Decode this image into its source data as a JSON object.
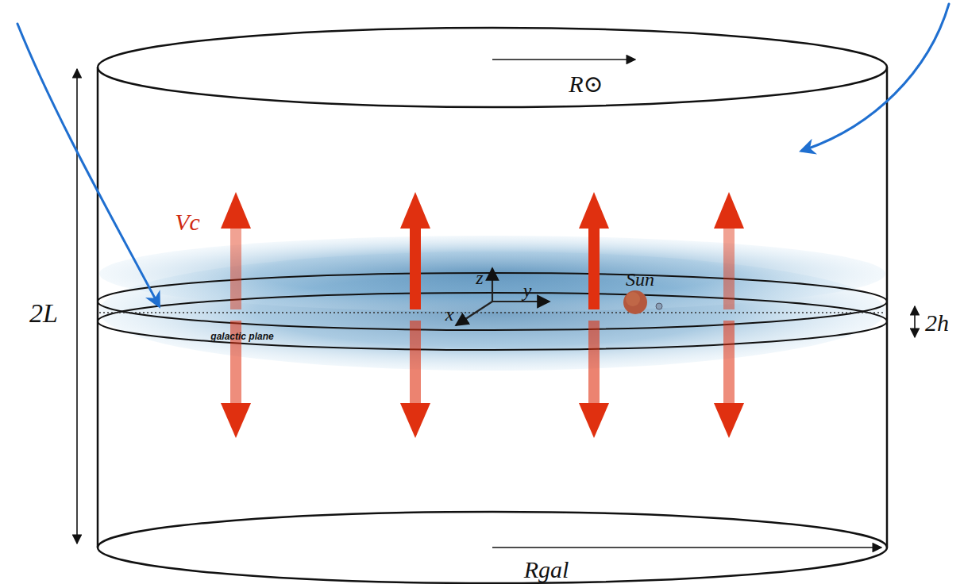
{
  "diagram": {
    "labels": [
      "R⊙",
      "Rgal",
      "2L",
      "Vc",
      "2h",
      "z",
      "y",
      "x",
      "Sun",
      "galactic plane"
    ]
  }
}
